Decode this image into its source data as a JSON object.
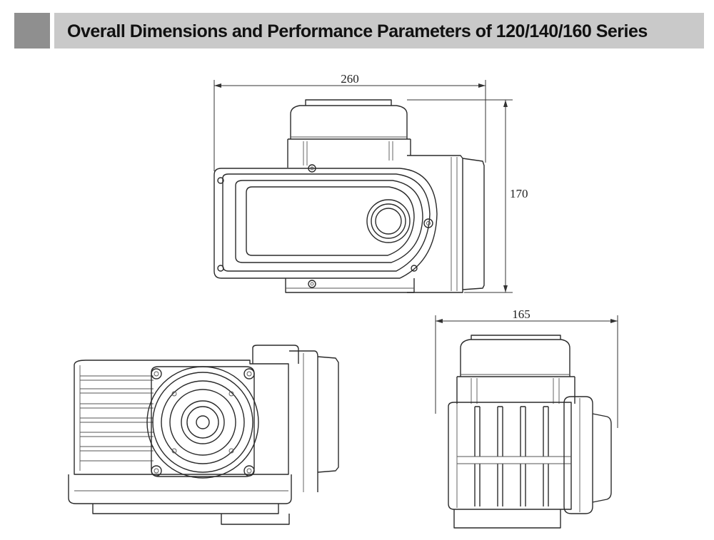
{
  "header": {
    "title": "Overall Dimensions and Performance Parameters of 120/140/160 Series"
  },
  "dimensions": {
    "top_width": "260",
    "top_height": "170",
    "side_width": "165"
  },
  "colors": {
    "header_square": "#8f8f8f",
    "header_bar": "#c9c9c9",
    "line": "#2a2a2a"
  }
}
